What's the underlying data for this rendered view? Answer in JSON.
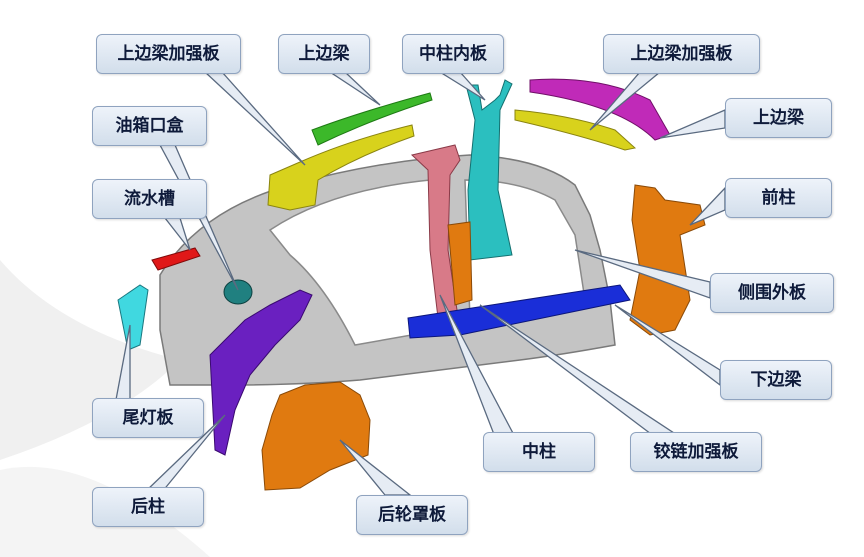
{
  "labels": {
    "top_reinf_left": "上边梁加强板",
    "top_beam_top": "上边梁",
    "b_pillar_inner": "中柱内板",
    "top_reinf_right": "上边梁加强板",
    "top_beam_right": "上边梁",
    "fuel_box": "油箱口盒",
    "gutter": "流水槽",
    "a_pillar": "前柱",
    "side_outer": "侧围外板",
    "sill": "下边梁",
    "tail_lamp": "尾灯板",
    "b_pillar": "中柱",
    "hinge_reinf": "铰链加强板",
    "c_pillar": "后柱",
    "wheel_house": "后轮罩板"
  },
  "colors": {
    "callout_fill": "#dfe7f1",
    "callout_border": "#8fa3bf",
    "leader": "#5a6a80",
    "body_panel": "#b8b8b8",
    "green_part": "#3cb82a",
    "yellow_part": "#d8d21c",
    "cyan_part": "#2bbfbf",
    "magenta_part": "#c02ab8",
    "pink_part": "#d87a88",
    "orange_part": "#e07a10",
    "blue_part": "#1a2ed8",
    "purple_part": "#6a20c0",
    "red_part": "#e01818",
    "aqua_part": "#40d8e0",
    "teal_part": "#208080"
  }
}
